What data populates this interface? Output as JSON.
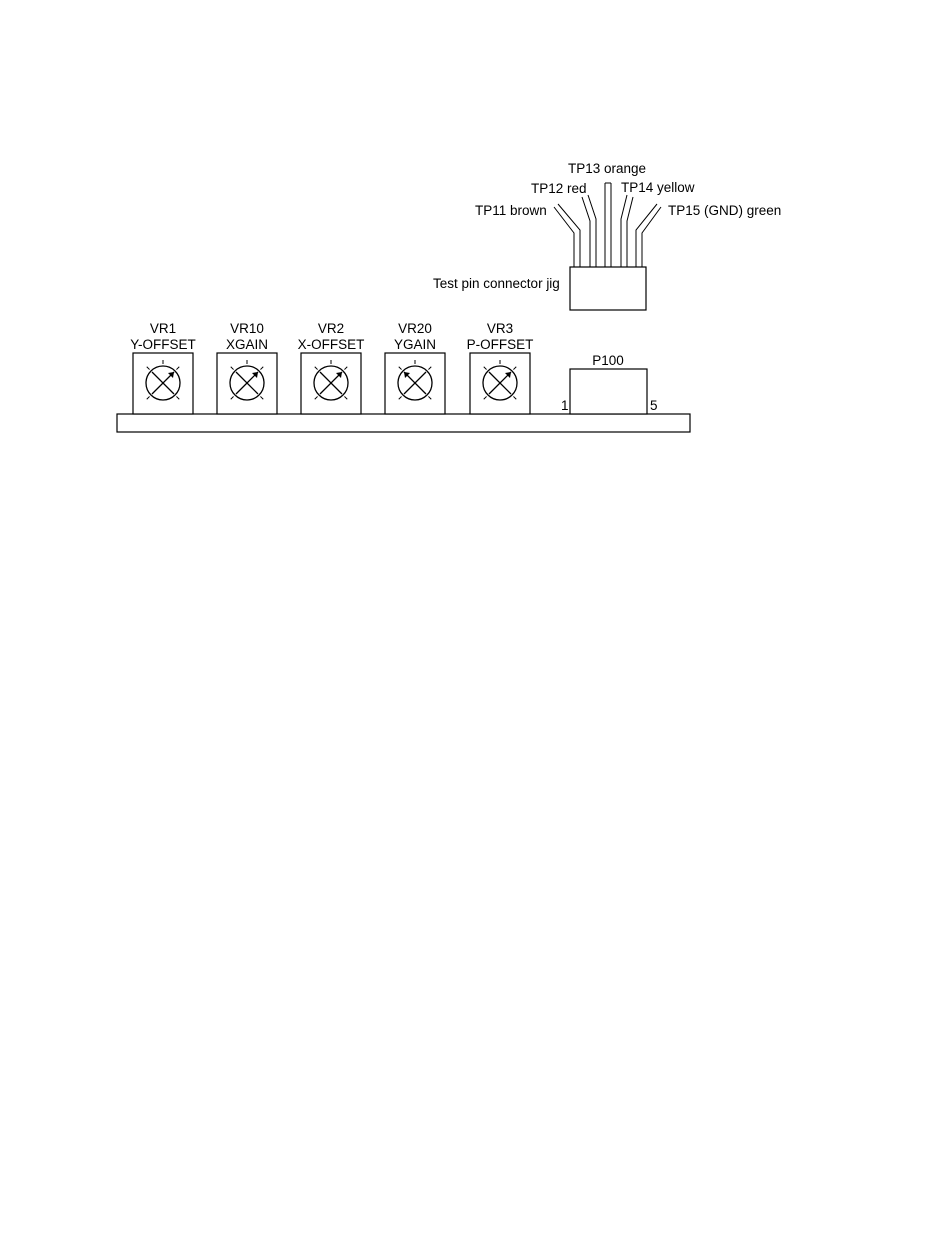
{
  "test_points": [
    {
      "label": "TP11 brown"
    },
    {
      "label": "TP12 red"
    },
    {
      "label": "TP13 orange"
    },
    {
      "label": "TP14 yellow"
    },
    {
      "label": "TP15 (GND) green"
    }
  ],
  "jig": {
    "label": "Test pin connector jig"
  },
  "potentiometers": [
    {
      "id": "VR1",
      "name": "Y-OFFSET",
      "dial": "right-up"
    },
    {
      "id": "VR10",
      "name": "XGAIN",
      "dial": "right-up"
    },
    {
      "id": "VR2",
      "name": "X-OFFSET",
      "dial": "right-up"
    },
    {
      "id": "VR20",
      "name": "YGAIN",
      "dial": "left-up"
    },
    {
      "id": "VR3",
      "name": "P-OFFSET",
      "dial": "right-up"
    }
  ],
  "connector": {
    "name": "P100",
    "pin_first": "1",
    "pin_last": "5"
  }
}
